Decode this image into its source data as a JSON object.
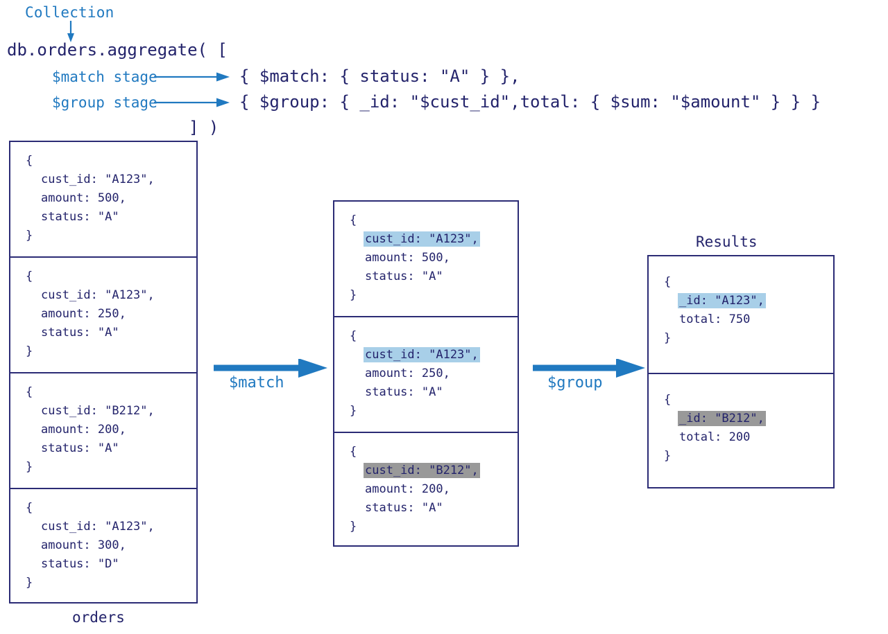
{
  "code": {
    "collection_label": "Collection",
    "call_line": "db.orders.aggregate( [",
    "match_line": "{ $match: { status: \"A\" } },",
    "group_line": "{ $group: { _id: \"$cust_id\",total: { $sum: \"$amount\" } } }",
    "close_line": "] )",
    "stage_labels": {
      "match": "$match stage",
      "group": "$group stage"
    }
  },
  "orders": {
    "caption": "orders",
    "documents": [
      {
        "open": "{",
        "fields": [
          "cust_id: \"A123\",",
          "amount: 500,",
          "status: \"A\""
        ],
        "close": "}",
        "highlight": "none"
      },
      {
        "open": "{",
        "fields": [
          "cust_id: \"A123\",",
          "amount: 250,",
          "status: \"A\""
        ],
        "close": "}",
        "highlight": "none"
      },
      {
        "open": "{",
        "fields": [
          "cust_id: \"B212\",",
          "amount: 200,",
          "status: \"A\""
        ],
        "close": "}",
        "highlight": "none"
      },
      {
        "open": "{",
        "fields": [
          "cust_id: \"A123\",",
          "amount: 300,",
          "status: \"D\""
        ],
        "close": "}",
        "highlight": "none"
      }
    ]
  },
  "matched": {
    "documents": [
      {
        "open": "{",
        "key_line": "cust_id: \"A123\",",
        "fields": [
          "amount: 500,",
          "status: \"A\""
        ],
        "close": "}",
        "highlight": "blue"
      },
      {
        "open": "{",
        "key_line": "cust_id: \"A123\",",
        "fields": [
          "amount: 250,",
          "status: \"A\""
        ],
        "close": "}",
        "highlight": "blue"
      },
      {
        "open": "{",
        "key_line": "cust_id: \"B212\",",
        "fields": [
          "amount: 200,",
          "status: \"A\""
        ],
        "close": "}",
        "highlight": "gray"
      }
    ]
  },
  "results": {
    "title": "Results",
    "documents": [
      {
        "open": "{",
        "key_line": "_id: \"A123\",",
        "fields": [
          "total: 750"
        ],
        "close": "}",
        "highlight": "blue"
      },
      {
        "open": "{",
        "key_line": "_id: \"B212\",",
        "fields": [
          "total: 200"
        ],
        "close": "}",
        "highlight": "gray"
      }
    ]
  },
  "pipeline": {
    "match_arrow_label": "$match",
    "group_arrow_label": "$group"
  },
  "colors": {
    "text_navy": "#23236b",
    "accent_blue": "#2079c0",
    "box_border": "#2b2b75",
    "highlight_blue": "#a8cfe8",
    "highlight_gray": "#999999",
    "background": "#ffffff"
  }
}
